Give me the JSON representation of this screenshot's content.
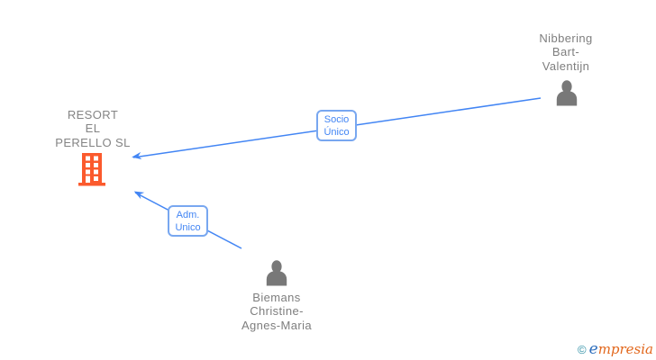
{
  "colors": {
    "blue": "#4285f4",
    "blue_border": "#78a7f0",
    "orange": "#fb5a2d",
    "gray_icon": "#787878",
    "gray_text": "#7e7e7e",
    "gray_text_company": "#848484",
    "logo_teal": "#2d8fa5",
    "logo_blue": "#2f6fbd",
    "logo_orange": "#e2671c"
  },
  "diagram": {
    "company": {
      "name": "RESORT EL PERELLO SL",
      "line1": "RESORT",
      "line2": "EL",
      "line3": "PERELLO SL",
      "icon": "building-icon"
    },
    "shareholder": {
      "name": "Nibbering Bart-Valentijn",
      "line1": "Nibbering",
      "line2": "Bart-",
      "line3": "Valentijn",
      "icon": "person-icon"
    },
    "administrator": {
      "name": "Biemans Christine-Agnes-Maria",
      "line1": "Biemans",
      "line2": "Christine-",
      "line3": "Agnes-Maria",
      "icon": "person-icon"
    },
    "relations": [
      {
        "label": "Socio Único",
        "line1": "Socio",
        "line2": "Único",
        "from": "Nibbering Bart-Valentijn",
        "to": "RESORT EL PERELLO SL"
      },
      {
        "label": "Adm. Unico",
        "line1": "Adm.",
        "line2": "Unico",
        "from": "Biemans Christine-Agnes-Maria",
        "to": "RESORT EL PERELLO SL"
      }
    ]
  },
  "footer": {
    "copyright": "©",
    "brand_first_letter": "e",
    "brand_rest": "mpresia"
  }
}
